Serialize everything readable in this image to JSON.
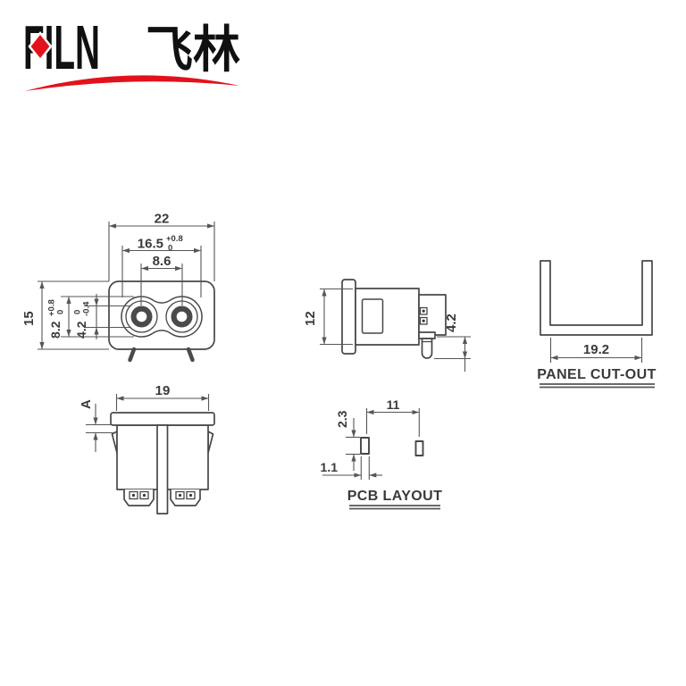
{
  "logo": {
    "brand": "FILN",
    "cjk": "飞林"
  },
  "front_view": {
    "overall_width": "22",
    "recess_width": "16.5",
    "recess_width_tol_upper": "+0.8",
    "recess_width_tol_lower": "0",
    "pin_pitch": "8.6",
    "overall_height": "15",
    "recess_height": "8.2",
    "recess_height_tol_upper": "+0.8",
    "recess_height_tol_lower": "0",
    "pin_diameter": "4.2",
    "pin_diameter_tol_upper": "0",
    "pin_diameter_tol_lower": "-0.4"
  },
  "side_view": {
    "body_height": "12",
    "pin_length": "4.2"
  },
  "panel_cutout": {
    "label": "PANEL CUT-OUT",
    "cutout_width": "19.2"
  },
  "bottom_view": {
    "body_width": "19",
    "flange_dim": "A"
  },
  "pcb_layout": {
    "label": "PCB LAYOUT",
    "pad_pitch": "11",
    "pad_length": "2.3",
    "pad_width": "1.1"
  },
  "colors": {
    "line": "#474747",
    "dimension": "#565656",
    "text": "#3a3a3a",
    "brand_red": "#e2121b",
    "pin_fill": "#4a4a4a",
    "background": "#ffffff"
  }
}
